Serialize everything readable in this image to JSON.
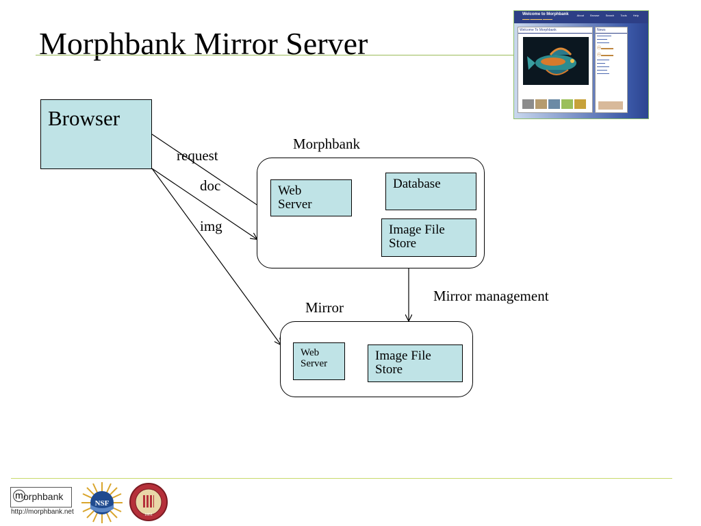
{
  "slide": {
    "title": "Morphbank Mirror Server"
  },
  "diagram": {
    "browser": {
      "label": "Browser"
    },
    "morphbank": {
      "label": "Morphbank",
      "web_server": "Web\nServer",
      "database": "Database",
      "image_file_store": "Image File\nStore"
    },
    "mirror": {
      "label": "Mirror",
      "web_server": "Web\nServer",
      "image_file_store": "Image File\nStore"
    },
    "edges": {
      "request": "request",
      "doc": "doc",
      "img": "img",
      "mirror_management": "Mirror management"
    },
    "colors": {
      "box_fill": "#bfe3e6",
      "title_rule": "#9bbb59"
    }
  },
  "thumbnail": {
    "header_title": "Welcome to Morphbank",
    "header_nav": "About Browse Search Tools Help",
    "panel_title": "Welcome To Morphbank",
    "news_title": "News"
  },
  "footer": {
    "logo_text": "orphbank",
    "url": "http://morphbank.net",
    "nsf_text": "NSF",
    "fsu_year": "1851"
  }
}
